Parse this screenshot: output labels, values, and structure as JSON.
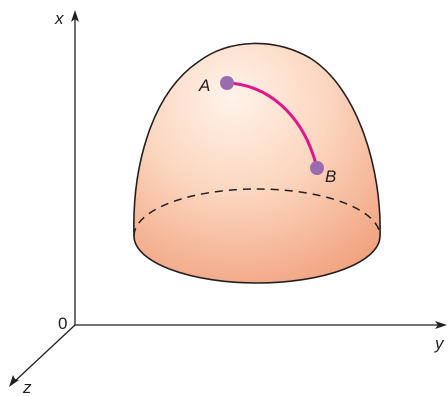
{
  "axes": {
    "x_label": "x",
    "y_label": "y",
    "z_label": "z",
    "origin_label": "0"
  },
  "points": {
    "a_label": "A",
    "b_label": "B"
  },
  "colors": {
    "surface_light": "#fff0e6",
    "surface_dark": "#f2a57f",
    "curve": "#e0168c",
    "point": "#9b6bb0",
    "axis": "#231f20"
  }
}
